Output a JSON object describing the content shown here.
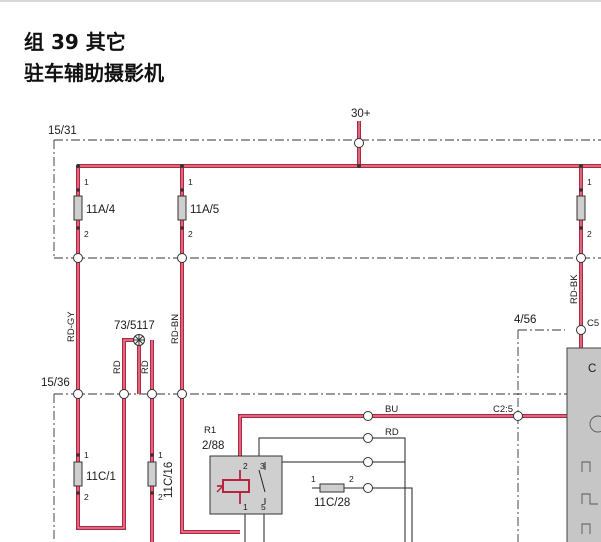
{
  "header": {
    "title": "组 39 其它",
    "subtitle": "驻车辅助摄影机"
  },
  "colors": {
    "wire": "#b8233f",
    "wire_core": "#e89aab",
    "border": "#222222",
    "fuse_fill": "#cfcfcf",
    "relay_fill": "#cfcfcf",
    "module_fill": "#c6c6c6",
    "top_rule": "#d8d8d8"
  },
  "diagram": {
    "supply": "30+",
    "zones": [
      "15/31",
      "15/36",
      "4/56"
    ],
    "fuses": {
      "f1": {
        "name": "11A/4",
        "pin_top": "1",
        "pin_bottom": "2"
      },
      "f2": {
        "name": "11A/5",
        "pin_top": "1",
        "pin_bottom": "2"
      },
      "f3": {
        "pin_top": "1",
        "pin_bottom": "2"
      },
      "f4": {
        "name": "11C/1",
        "pin_top": "1",
        "pin_bottom": "2"
      },
      "f5": {
        "name": "11C/16",
        "pin_top": "1",
        "pin_bottom": "2"
      },
      "f6": {
        "name": "11C/28",
        "pin_left": "1",
        "pin_right": "2"
      }
    },
    "wire_colors": {
      "w1": "RD-GY",
      "w2": "RD-BN",
      "w3": "RD-BK",
      "w4": "RD",
      "w5": "RD",
      "w6": "BU",
      "w7": "RD"
    },
    "splice": {
      "name": "73/5117"
    },
    "connectors": {
      "c2": "C2:5",
      "c5": "C5"
    },
    "relay": {
      "ref": "R1",
      "id": "2/88",
      "pins": [
        "2",
        "3",
        "1",
        "5"
      ]
    },
    "module": {
      "label": "C"
    }
  }
}
